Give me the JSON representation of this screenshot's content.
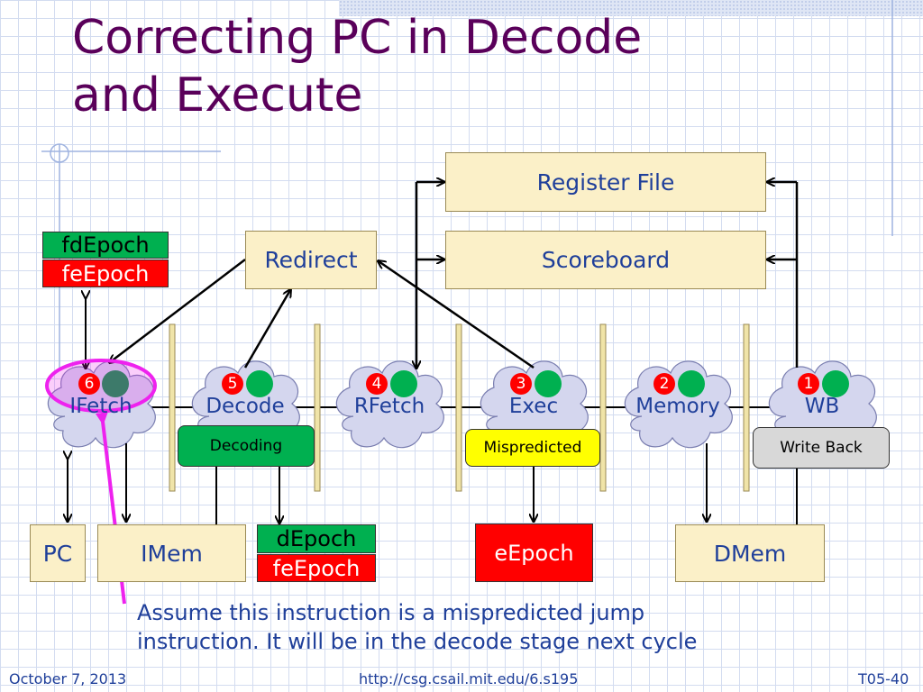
{
  "slide": {
    "title_line1": "Correcting PC in Decode",
    "title_line2": "and Execute",
    "note_line1": "Assume this instruction is a mispredicted jump",
    "note_line2": "instruction. It will be in the decode stage next cycle"
  },
  "boxes": {
    "register_file": "Register File",
    "scoreboard": "Scoreboard",
    "redirect": "Redirect",
    "pc": "PC",
    "imem": "IMem",
    "dmem": "DMem",
    "eepoch": "eEpoch"
  },
  "epochs": {
    "fetch_fdepoch": "fdEpoch",
    "fetch_feepoch": "feEpoch",
    "decode_depoch": "dEpoch",
    "decode_feepoch": "feEpoch"
  },
  "stages": [
    {
      "label": "IFetch",
      "number": "6"
    },
    {
      "label": "Decode",
      "number": "5"
    },
    {
      "label": "RFetch",
      "number": "4"
    },
    {
      "label": "Exec",
      "number": "3"
    },
    {
      "label": "Memory",
      "number": "2"
    },
    {
      "label": "WB",
      "number": "1"
    }
  ],
  "badges": {
    "decoding": "Decoding",
    "mispredicted": "Mispredicted",
    "write_back": "Write Back"
  },
  "footer": {
    "date": "October 7, 2013",
    "url": "http://csg.csail.mit.edu/6.s195",
    "slide_id": "T05-40"
  },
  "colors": {
    "title": "#5a005a",
    "text": "#1f3f9a",
    "box_fill": "#fbf0c8",
    "epoch_green": "#00b050",
    "epoch_red": "#ff0000",
    "cloud_fill": "#d4d6ee",
    "highlight": "#ee22ee"
  }
}
